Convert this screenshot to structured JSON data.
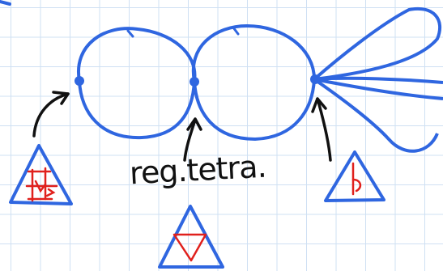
{
  "annotation": {
    "text": "reg.tetra."
  },
  "colors": {
    "curve": "#2f66e0",
    "arrow": "#111111",
    "decoration": "#e0201c",
    "grid": "#cfe0f3"
  },
  "icons": [
    "pen-stroke-arrow",
    "triangle-glyph"
  ]
}
